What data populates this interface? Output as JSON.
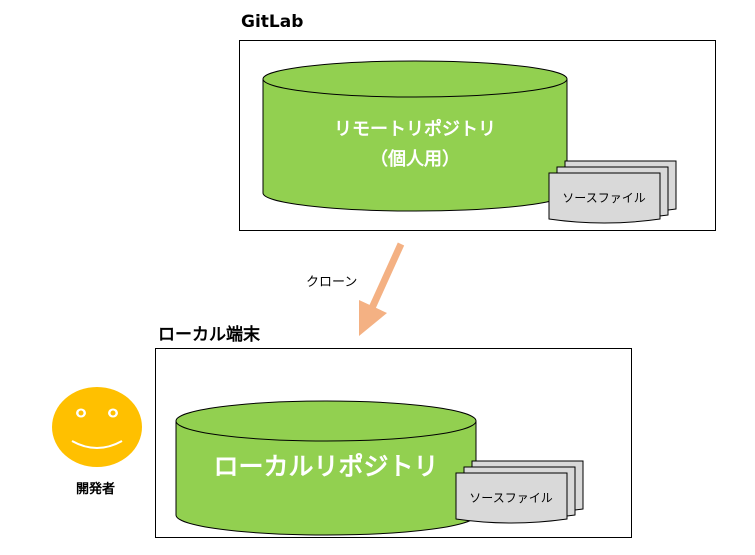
{
  "remote": {
    "title": "GitLab",
    "cylinder_line1": "リモートリポジトリ",
    "cylinder_line2": "（個人用）",
    "file_label": "ソースファイル"
  },
  "action": {
    "label": "クローン"
  },
  "local": {
    "title": "ローカル端末",
    "cylinder_label": "ローカルリポジトリ",
    "file_label": "ソースファイル"
  },
  "developer": {
    "label": "開発者"
  },
  "colors": {
    "cylinder_fill": "#92d050",
    "arrow": "#f4b183",
    "face": "#ffc000",
    "file_fill": "#d9d9d9"
  }
}
